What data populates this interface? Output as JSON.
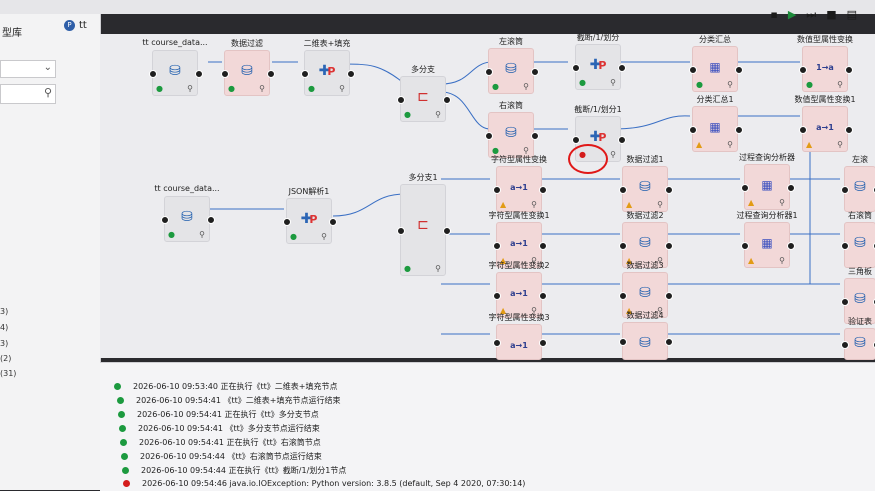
{
  "sidebar": {
    "title": "型库",
    "counts": [
      "3)",
      "4)",
      "3)",
      "(2)",
      "(31)"
    ]
  },
  "tab": {
    "label": "tt"
  },
  "nodes": [
    {
      "id": "n1",
      "label": "tt course_data...",
      "icon": "database-icon",
      "status": "ok"
    },
    {
      "id": "n2",
      "label": "数据过滤",
      "icon": "database-icon",
      "status": "ok"
    },
    {
      "id": "n3",
      "label": "二维表+填充",
      "icon": "python-icon",
      "status": "ok"
    },
    {
      "id": "n4",
      "label": "多分支",
      "icon": "split-icon",
      "status": "ok"
    },
    {
      "id": "n5",
      "label": "左滚筒",
      "icon": "database-icon",
      "status": "ok"
    },
    {
      "id": "n6",
      "label": "截断/1/划分",
      "icon": "python-icon",
      "status": "ok"
    },
    {
      "id": "n7",
      "label": "分类汇总",
      "icon": "table-icon",
      "status": "ok"
    },
    {
      "id": "n8",
      "label": "数值型属性变换",
      "icon": "formula-icon",
      "status": "ok"
    },
    {
      "id": "n9",
      "label": "右滚筒",
      "icon": "database-icon",
      "status": "ok"
    },
    {
      "id": "n10",
      "label": "截断/1/划分1",
      "icon": "python-icon",
      "status": "error"
    },
    {
      "id": "n11",
      "label": "分类汇总1",
      "icon": "table-icon",
      "status": "warn"
    },
    {
      "id": "n12",
      "label": "数值型属性变换1",
      "icon": "formula-icon",
      "status": "warn"
    },
    {
      "id": "n13",
      "label": "tt course_data...",
      "icon": "database-icon",
      "status": "ok"
    },
    {
      "id": "n14",
      "label": "JSON解析1",
      "icon": "python-icon",
      "status": "ok"
    },
    {
      "id": "n15",
      "label": "多分支1",
      "icon": "split-icon",
      "status": "ok"
    },
    {
      "id": "n16",
      "label": "字符型属性变换",
      "icon": "formula-icon",
      "status": "warn"
    },
    {
      "id": "n17",
      "label": "数据过滤1",
      "icon": "database-icon",
      "status": "warn"
    },
    {
      "id": "n18",
      "label": "过程查询分析器",
      "icon": "table-icon",
      "status": "warn"
    },
    {
      "id": "n19",
      "label": "左滚",
      "icon": "database-icon",
      "status": "warn"
    },
    {
      "id": "n20",
      "label": "字符型属性变换1",
      "icon": "formula-icon",
      "status": "warn"
    },
    {
      "id": "n21",
      "label": "数据过滤2",
      "icon": "database-icon",
      "status": "warn"
    },
    {
      "id": "n22",
      "label": "过程查询分析器1",
      "icon": "table-icon",
      "status": "warn"
    },
    {
      "id": "n23",
      "label": "右滚筒",
      "icon": "database-icon",
      "status": "warn"
    },
    {
      "id": "n24",
      "label": "字符型属性变换2",
      "icon": "formula-icon",
      "status": "warn"
    },
    {
      "id": "n25",
      "label": "数据过滤3",
      "icon": "database-icon",
      "status": "warn"
    },
    {
      "id": "n26",
      "label": "三角板",
      "icon": "database-icon",
      "status": "warn"
    },
    {
      "id": "n27",
      "label": "字符型属性变换3",
      "icon": "formula-icon",
      "status": "warn"
    },
    {
      "id": "n28",
      "label": "数据过滤4",
      "icon": "database-icon",
      "status": "warn"
    },
    {
      "id": "n29",
      "label": "验证表",
      "icon": "database-icon",
      "status": "warn"
    }
  ],
  "icon_glyphs": {
    "formula": "a→1",
    "formula_top": "1→a"
  },
  "colors": {
    "ok": "#1c9a3f",
    "warn": "#e29b15",
    "error": "#d41c1c",
    "annotation": "#e01818"
  },
  "log": [
    {
      "status": "ok",
      "text": "2026-06-10 09:53:40 正在执行《tt》二维表+填充节点"
    },
    {
      "status": "ok",
      "text": "2026-06-10 09:54:41 《tt》二维表+填充节点运行结束"
    },
    {
      "status": "ok",
      "text": "2026-06-10 09:54:41 正在执行《tt》多分支节点"
    },
    {
      "status": "ok",
      "text": "2026-06-10 09:54:41 《tt》多分支节点运行结束"
    },
    {
      "status": "ok",
      "text": "2026-06-10 09:54:41 正在执行《tt》右滚筒节点"
    },
    {
      "status": "ok",
      "text": "2026-06-10 09:54:44 《tt》右滚筒节点运行结束"
    },
    {
      "status": "ok",
      "text": "2026-06-10 09:54:44 正在执行《tt》截断/1/划分1节点"
    },
    {
      "status": "error",
      "text": "2026-06-10 09:54:46 java.io.IOException: Python version: 3.8.5 (default, Sep 4 2020, 07:30:14)"
    }
  ]
}
